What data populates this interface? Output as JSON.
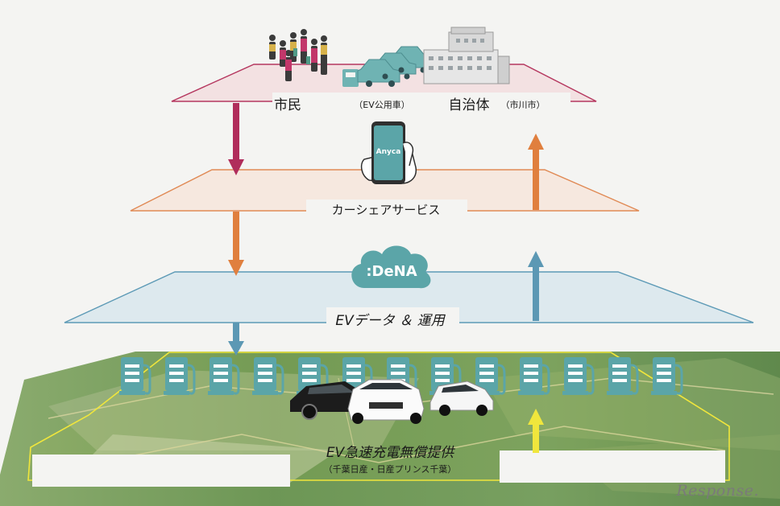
{
  "layers": {
    "citizens_label": "市民",
    "ev_vehicle_label": "（EV公用車）",
    "municipality_label": "自治体",
    "municipality_sub": "（市川市）",
    "carshare_label": "カーシェアサービス",
    "app_name": "Anyca",
    "dena_logo_text": ":DeNA",
    "ev_data_label": "EVデータ ＆ 運用",
    "charging_label": "EV急速充電無償提供",
    "charging_sub": "（千葉日産・日産プリンス千葉）"
  },
  "watermark": "Response.",
  "colors": {
    "layer1_fill": "#f3e1e2",
    "layer1_stroke": "#b5375f",
    "layer2_fill": "#f6e8df",
    "layer2_stroke": "#e08a55",
    "layer3_fill": "#dde9ee",
    "layer3_stroke": "#5d9ab6",
    "arrow_magenta": "#b02d5b",
    "arrow_orange": "#e07f3e",
    "arrow_blue": "#5c98b4",
    "arrow_yellow": "#f0e63c",
    "teal": "#5ba5a8",
    "map_green": "#5f8f45"
  },
  "icons": [
    "people-group-icon",
    "ev-car-icon",
    "city-hall-building-icon",
    "smartphone-hand-icon",
    "cloud-icon",
    "ev-charger-icon",
    "electric-car-icon"
  ]
}
